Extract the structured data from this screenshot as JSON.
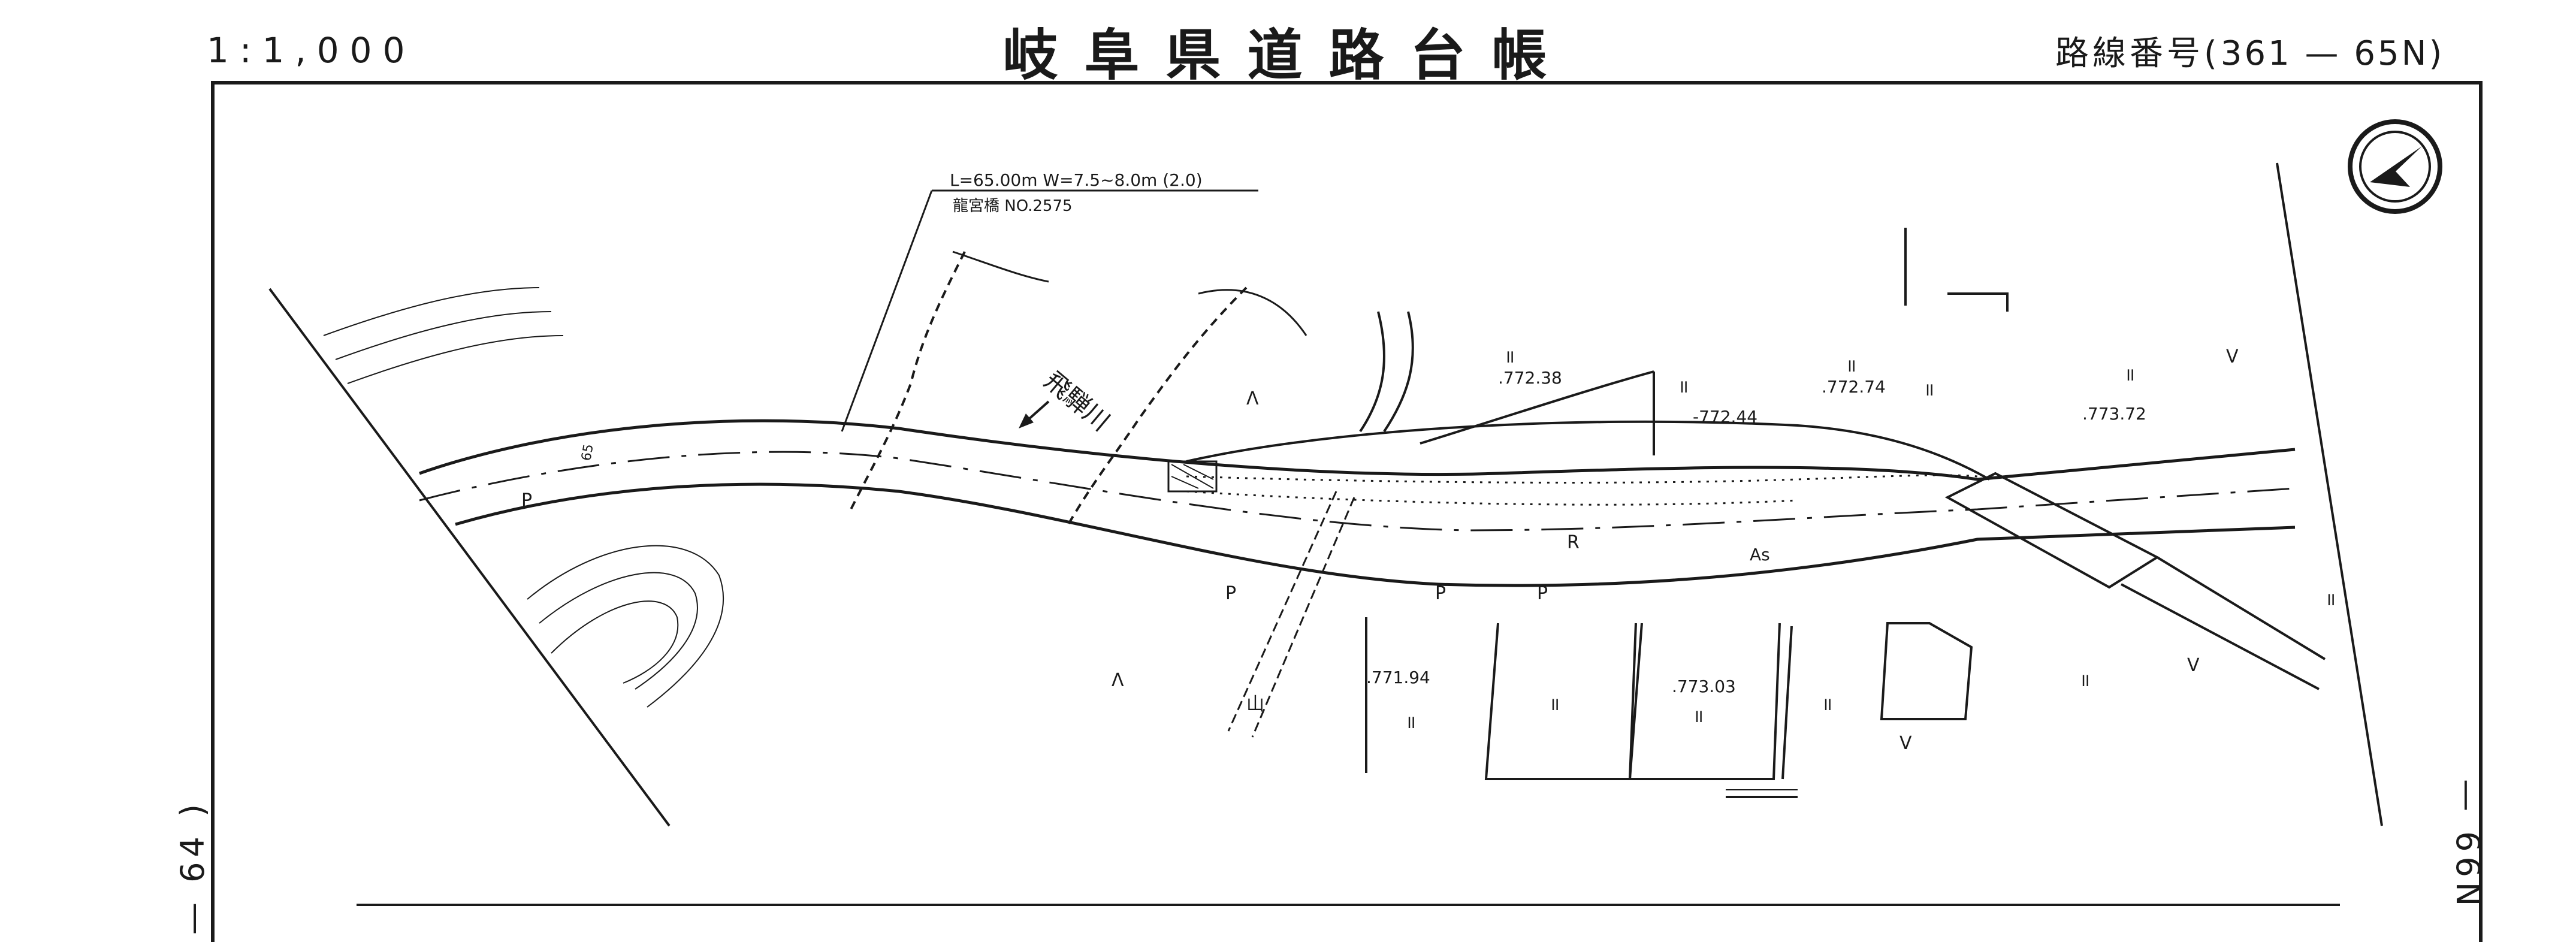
{
  "header": {
    "scale": "1:1,000",
    "title": "岐阜県道路台帳",
    "route_prefix": "路線番号(",
    "route_number": "361 — 65N",
    "route_suffix": ")"
  },
  "adjacent_sheets": {
    "left": "— 64 )",
    "right": "— 66N"
  },
  "bridge": {
    "dimensions": "L=65.00m W=7.5~8.0m (2.0)",
    "name_number": "龍宮橋  NO.2575"
  },
  "river": {
    "name": "飛騨川"
  },
  "road_labels": {
    "pavement": "As",
    "road": "R",
    "parking": "P"
  },
  "elevations": [
    ".772.38",
    "-772.44",
    ".772.74",
    ".773.72",
    ".771.94",
    ".773.03"
  ],
  "kilometer_post": "65",
  "land_symbols": {
    "field": "॥",
    "forest": "Λ",
    "paddy": "V",
    "mountain": "山"
  },
  "north_arrow": "north-arrow-icon"
}
